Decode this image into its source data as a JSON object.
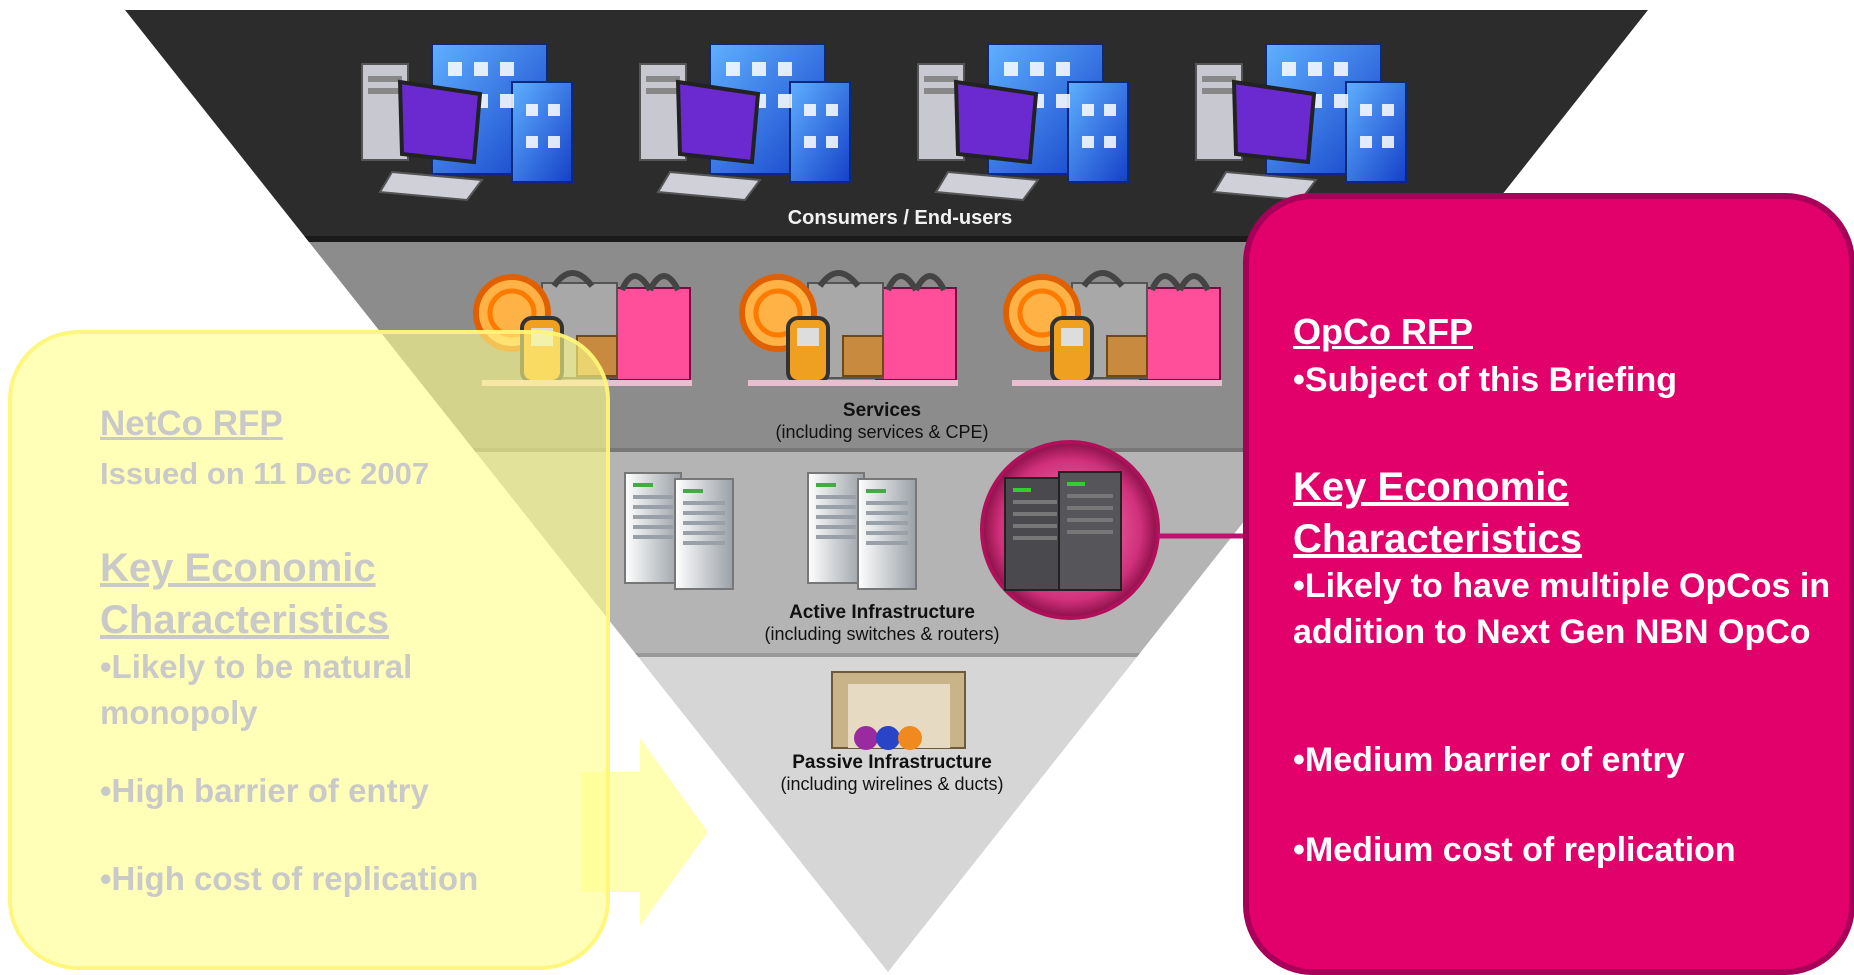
{
  "layers": {
    "consumers": {
      "title": "Consumers / End-users"
    },
    "services": {
      "title": "Services",
      "subtitle": "(including services & CPE)"
    },
    "active": {
      "title": "Active Infrastructure",
      "subtitle": "(including switches & routers)"
    },
    "passive": {
      "title": "Passive Infrastructure",
      "subtitle": "(including wirelines & ducts)"
    }
  },
  "netco": {
    "heading": "NetCo RFP",
    "issued": "Issued on 11 Dec 2007",
    "characteristics_heading": "Key Economic Characteristics",
    "bullets": [
      "•Likely to be natural monopoly",
      "•High barrier of entry",
      "•High cost of replication"
    ]
  },
  "opco": {
    "heading": "OpCo RFP",
    "subject": "•Subject of this Briefing",
    "characteristics_heading": "Key Economic Characteristics",
    "bullets": [
      "•Likely to have multiple OpCos in addition to Next Gen NBN OpCo",
      "•Medium barrier of entry",
      "•Medium cost of replication"
    ]
  },
  "icons": [
    "computer-building-icon",
    "shopping-bags-phone-icon",
    "server-rack-icon",
    "duct-box-icon"
  ],
  "colors": {
    "consumers_band": "#2c2c2c",
    "services_band": "#8c8c8c",
    "active_band": "#b4b4b4",
    "passive_band": "#d6d6d6",
    "netco_card": "#ffff8c",
    "opco_card": "#e2006a"
  }
}
